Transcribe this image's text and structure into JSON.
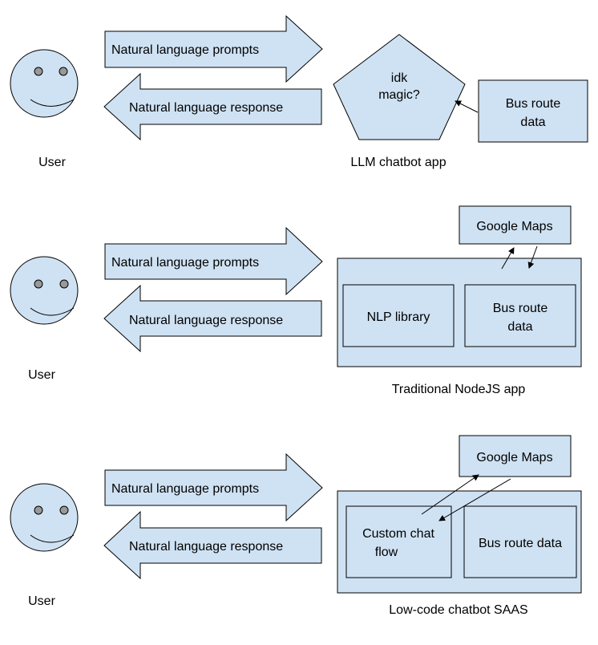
{
  "colors": {
    "fill": "#cfe2f3",
    "stroke": "#000000",
    "background": "#ffffff",
    "eye": "#999999"
  },
  "sections": [
    {
      "user_label": "User",
      "prompt_arrow_label": "Natural language prompts",
      "response_arrow_label": "Natural language response",
      "app_label": "LLM chatbot app",
      "app_shape": "pentagon",
      "app_text": [
        "idk",
        "magic?"
      ],
      "data_box": [
        "Bus route",
        "data"
      ]
    },
    {
      "user_label": "User",
      "prompt_arrow_label": "Natural language prompts",
      "response_arrow_label": "Natural language response",
      "app_label": "Traditional NodeJS app",
      "external_service": "Google Maps",
      "inner_boxes": [
        {
          "lines": [
            "NLP library"
          ]
        },
        {
          "lines": [
            "Bus route",
            "data"
          ]
        }
      ]
    },
    {
      "user_label": "User",
      "prompt_arrow_label": "Natural language prompts",
      "response_arrow_label": "Natural language response",
      "app_label": "Low-code chatbot SAAS",
      "external_service": "Google Maps",
      "inner_boxes": [
        {
          "lines": [
            "Custom chat",
            "flow"
          ]
        },
        {
          "lines": [
            "Bus route data"
          ]
        }
      ]
    }
  ]
}
